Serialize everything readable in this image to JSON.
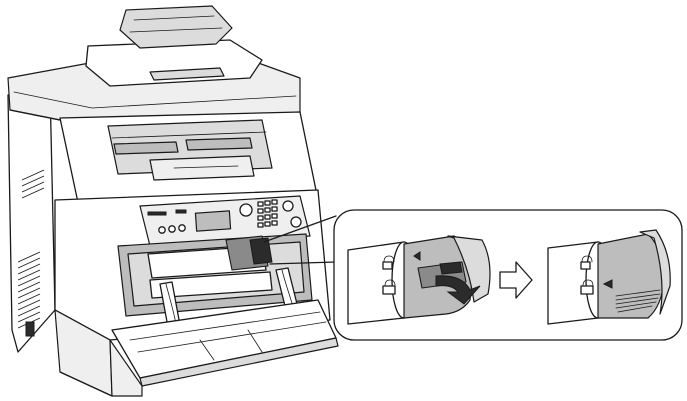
{
  "figure": {
    "subject": "printer-with-cartridge-detail",
    "steps": [
      {
        "id": "before",
        "lock_state": "unlocked",
        "marker": "triangle-left"
      },
      {
        "id": "after",
        "lock_state": "locked",
        "marker": "triangle-left"
      }
    ],
    "step_arrow": "outline-arrow-right",
    "rotation_arrow": "curved-arrow-down",
    "colors": {
      "line": "#1a1a1a",
      "light_fill": "#efefef",
      "mid_fill": "#bdbdbd",
      "dark_fill": "#2b2b2b",
      "background": "#ffffff"
    }
  }
}
